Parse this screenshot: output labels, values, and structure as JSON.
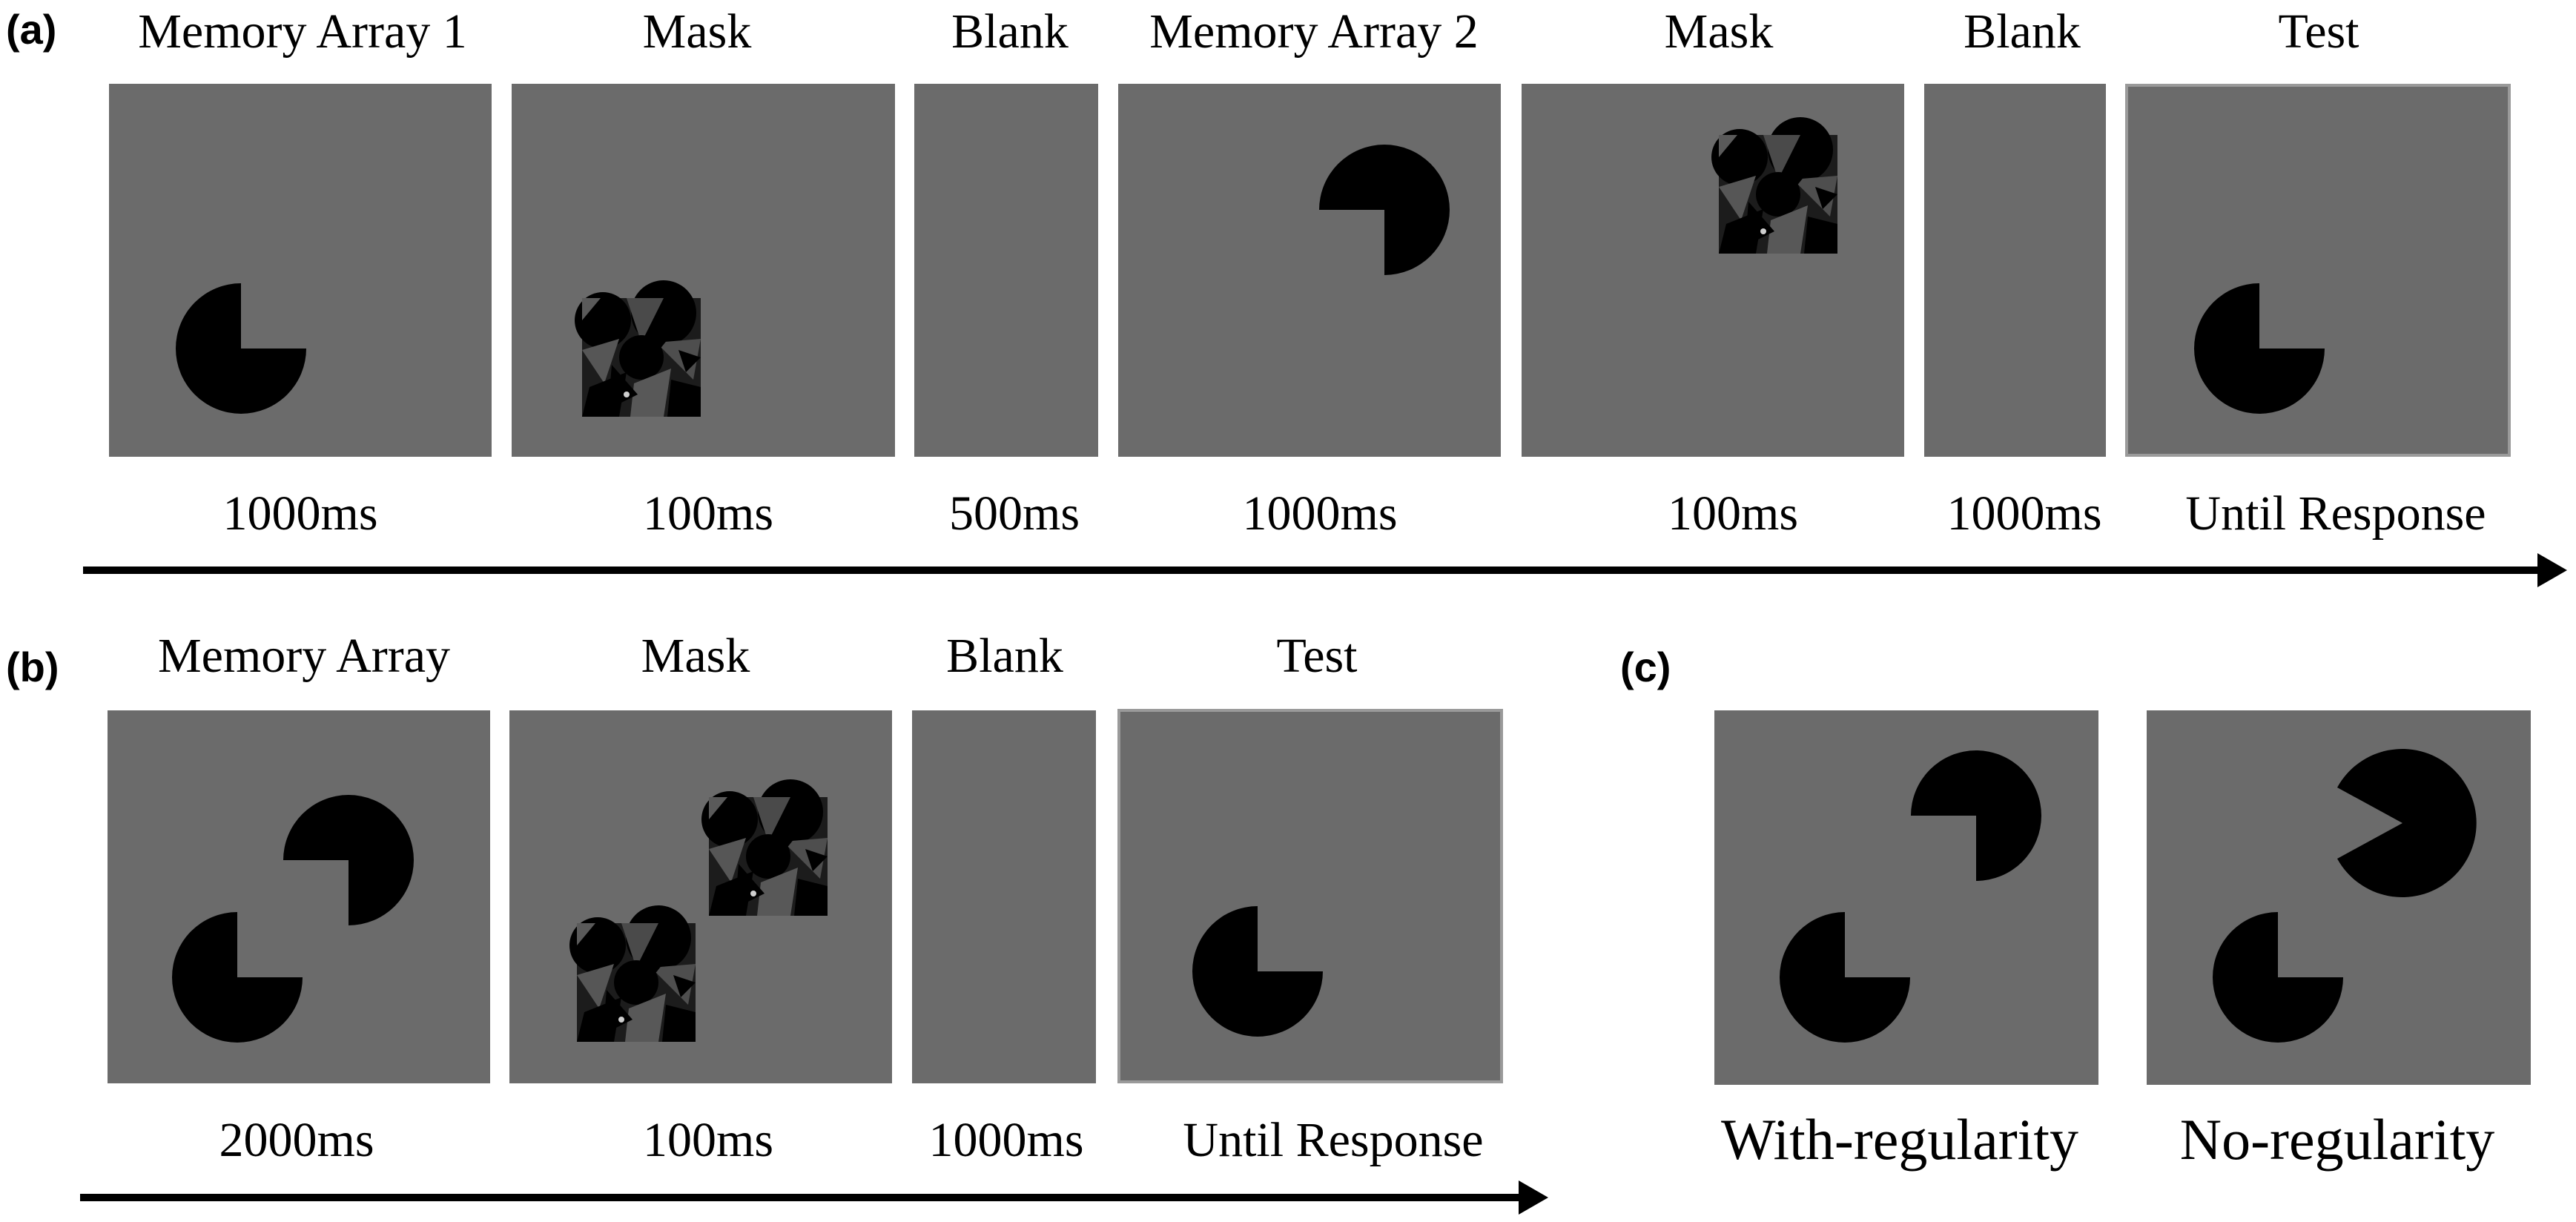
{
  "panels": {
    "a": {
      "letter": "(a)",
      "frames": [
        {
          "label": "Memory Array 1",
          "duration": "1000ms"
        },
        {
          "label": "Mask",
          "duration": "100ms"
        },
        {
          "label": "Blank",
          "duration": "500ms"
        },
        {
          "label": "Memory Array 2",
          "duration": "1000ms"
        },
        {
          "label": "Mask",
          "duration": "100ms"
        },
        {
          "label": "Blank",
          "duration": "1000ms"
        },
        {
          "label": "Test",
          "duration": "Until Response"
        }
      ]
    },
    "b": {
      "letter": "(b)",
      "frames": [
        {
          "label": "Memory Array",
          "duration": "2000ms"
        },
        {
          "label": "Mask",
          "duration": "100ms"
        },
        {
          "label": "Blank",
          "duration": "1000ms"
        },
        {
          "label": "Test",
          "duration": "Until Response"
        }
      ]
    },
    "c": {
      "letter": "(c)",
      "conditions": [
        {
          "label": "With-regularity"
        },
        {
          "label": "No-regularity"
        }
      ]
    }
  },
  "colors": {
    "background": "#ffffff",
    "frame_fill": "#6b6b6b",
    "stimulus": "#000000",
    "arrow": "#000000"
  },
  "icons": [
    "pacman-stimulus-icon",
    "noise-mask-icon",
    "timeline-arrow-icon"
  ]
}
